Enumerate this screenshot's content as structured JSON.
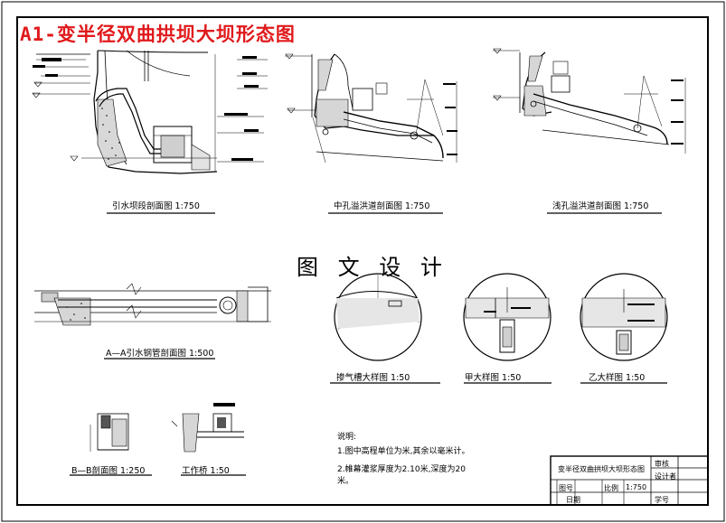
{
  "sheet_title": "A1-变半径双曲拱坝大坝形态图",
  "center_label": "图 文 设 计",
  "captions": {
    "intake_section": "引水坝段剖面图 1:750",
    "middle_spillway": "中孔溢洪道剖面图 1:750",
    "shallow_spillway": "浅孔溢洪道剖面图 1:750",
    "penstock_aa": "A—A引水钢管剖面图 1:500",
    "aerator_detail": "掺气槽大样图 1:50",
    "detail_a": "甲大样图 1:50",
    "detail_b": "乙大样图 1:50",
    "section_bb": "B—B剖面图 1:250",
    "work_bridge": "工作桥 1:50"
  },
  "notes": {
    "heading": "说明:",
    "line1": "1.图中高程单位为米,其余以毫米计。",
    "line2a": "2.帷幕灌浆厚度为2.10米,深度为20",
    "line2b": "米。"
  },
  "title_block": {
    "drawing_name": "变半径双曲拱坝大坝形态图",
    "designer": "设计者",
    "tag_code": "图号",
    "ratio": "比例",
    "scale": "1:750",
    "date": "日期",
    "student_no": "学号",
    "approve": "审核"
  },
  "colors": {
    "title_red": "#e0191b",
    "ink": "#000000",
    "paper": "#ffffff"
  }
}
